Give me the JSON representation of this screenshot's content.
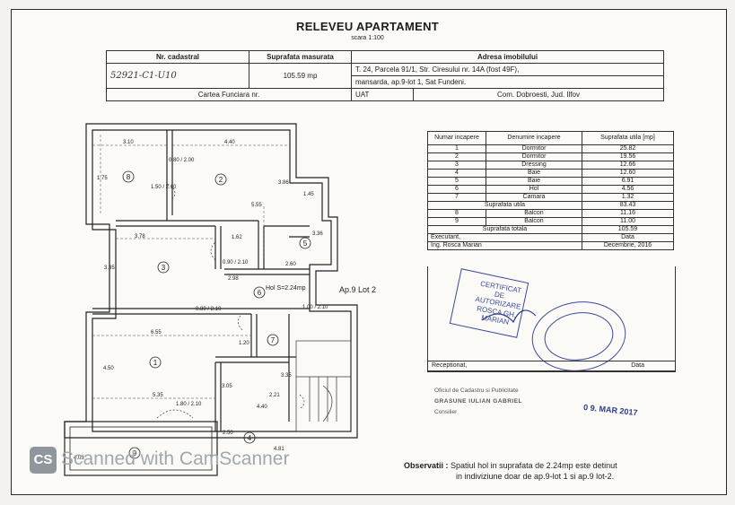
{
  "title": "RELEVEU APARTAMENT",
  "scale": "scara 1:100",
  "header": {
    "col_cadastral": "Nr. cadastral",
    "col_surface": "Suprafata masurata",
    "col_address": "Adresa imobilului",
    "cadastral_value": "52921-C1-U10",
    "surface_value": "105.59 mp",
    "address_line1": "T. 24, Parcela 91/1, Str. Ciresului nr. 14A (fost 49F),",
    "address_line2": "mansarda, ap.9-lot 1, Sat Fundeni.",
    "carte_funciara": "Cartea Funciara nr.",
    "uat_label": "UAT",
    "uat_value": "Com. Dobroesti, Jud. Ilfov"
  },
  "area_table": {
    "col_nr": "Numar incapere",
    "col_name": "Denumire incapere",
    "col_area": "Suprafata utila [mp]",
    "rows": [
      {
        "nr": "1",
        "name": "Dormitor",
        "area": "25.82"
      },
      {
        "nr": "2",
        "name": "Dormitor",
        "area": "19.56"
      },
      {
        "nr": "3",
        "name": "Dressing",
        "area": "12.66"
      },
      {
        "nr": "4",
        "name": "Baie",
        "area": "12.60"
      },
      {
        "nr": "5",
        "name": "Baie",
        "area": "6.91"
      },
      {
        "nr": "6",
        "name": "Hol",
        "area": "4.56"
      },
      {
        "nr": "7",
        "name": "Camara",
        "area": "1.32"
      }
    ],
    "useful_label": "Suprafata utila",
    "useful_value": "83.43",
    "balcony_rows": [
      {
        "nr": "8",
        "name": "Balcon",
        "area": "11.16"
      },
      {
        "nr": "9",
        "name": "Balcon",
        "area": "11.00"
      }
    ],
    "total_label": "Suprafata totala",
    "total_value": "105.59",
    "executant_label": "Executant,",
    "data_label": "Data",
    "executant_name": "Ing. Rosca Marian",
    "executant_date": "Decembrie, 2016",
    "receptionat_label": "Receptionat,",
    "receptionat_data": "Data"
  },
  "stamp": {
    "line1": "CERTIFICAT",
    "line2": "DE",
    "line3": "AUTORIZARE",
    "line4": "ROSCA GH.",
    "line5": "MARIAN",
    "date": "0 9. MAR 2017",
    "cadastre_line1": "Oficiul de Cadastru si Publicitate",
    "cadastre_line2": "GRASUNE IULIAN GABRIEL",
    "cadastre_line3": "Consilier"
  },
  "apartment_label": "Ap.9 Lot 2",
  "hol_label": "Hol S=2.24mp",
  "room_numbers": [
    "1",
    "2",
    "3",
    "4",
    "5",
    "6",
    "7",
    "8",
    "9"
  ],
  "dimensions": {
    "d310": "3.10",
    "d440": "4.40",
    "d175": "1.75",
    "d555": "5.55",
    "d386": "3.86",
    "d145": "1.45",
    "d378": "3.78",
    "d162": "1.62",
    "d335": "3.35",
    "d336": "3.36",
    "d298": "2.98",
    "d260": "2.60",
    "d655": "6.55",
    "d450": "4.50",
    "d535": "5.35",
    "d221": "2.21",
    "d481": "4.81",
    "d250": "2.50",
    "d120": "1.20",
    "d305": "3.05",
    "d440b": "4.40",
    "d335b": "3.35",
    "d403": "4.03",
    "door_080_200": "0.80 / 2.00",
    "door_150_210": "1.50 / 2.10",
    "door_090_210": "0.90 / 2.10",
    "door_080_210": "0.80 / 2.10",
    "door_100_210": "1.00 / 2.10",
    "door_180_210": "1.80 / 2.10"
  },
  "observatii_label": "Observatii :",
  "observatii_line1": "Spatiul hol in suprafata de 2.24mp este detinut",
  "observatii_line2": "in indiviziune doar de ap.9-lot 1 si ap.9 lot-2.",
  "watermark": "Scanned with CamScanner",
  "watermark_logo": "CS"
}
